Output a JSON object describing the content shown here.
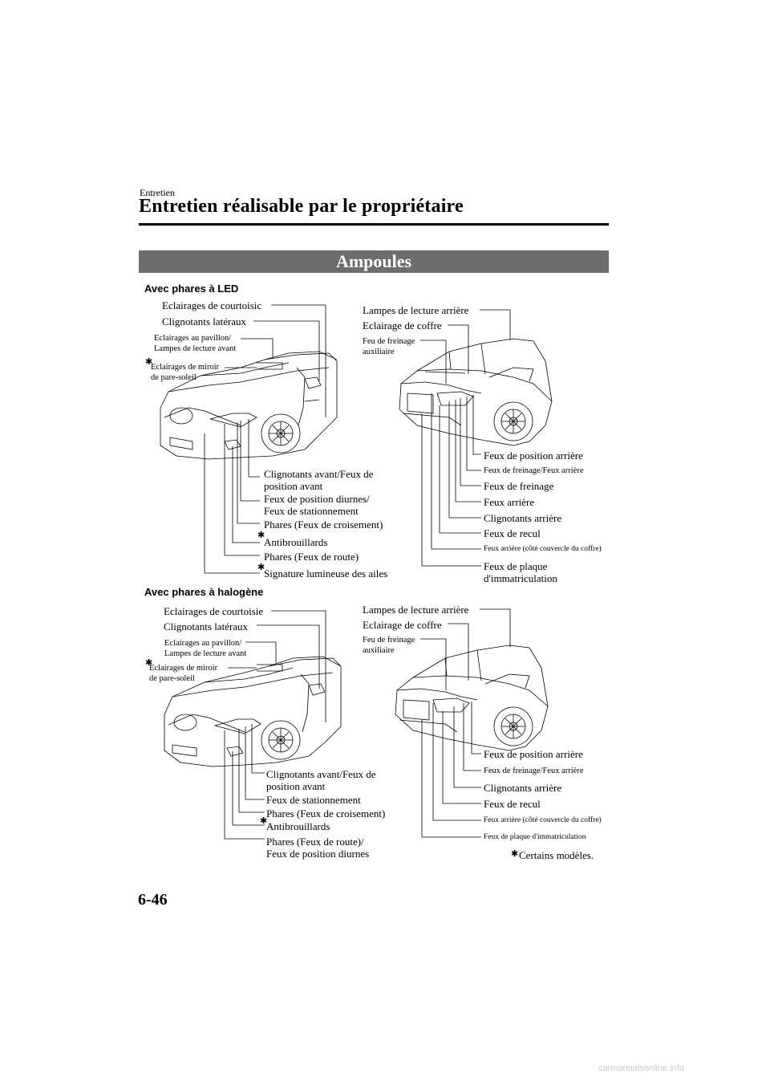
{
  "header": {
    "section": "Entretien",
    "title": "Entretien réalisable par le propriétaire"
  },
  "banner": "Ampoules",
  "led": {
    "heading": "Avec phares à LED",
    "front": {
      "courtoisie": "Eclairages de courtoisic",
      "clignotants_lateraux": "Clignotants latéraux",
      "pavillon": "Eclairages au pavillon/\nLampes de lecture avant",
      "miroir": "Eclairages de miroir\nde pare-soleil",
      "clignotants_avant": "Clignotants avant/Feux de\nposition avant",
      "feux_diurnes": "Feux de position diurnes/\nFeux de stationnement",
      "phares_croisement": "Phares (Feux de croisement)",
      "antibrouillards": "Antibrouillards",
      "phares_route": "Phares (Feux de route)",
      "signature": "Signature lumineuse des ailes"
    },
    "rear": {
      "lecture_arriere": "Lampes de lecture arrière",
      "coffre": "Eclairage de coffre",
      "freinage_aux": "Feu de freinage\nauxiliaire",
      "position_arriere": "Feux de position arrière",
      "freinage_feux_arriere": "Feux de freinage/Feux arrière",
      "freinage": "Feux de freinage",
      "feux_arriere": "Feux arrière",
      "clignotants_arriere": "Clignotants arrière",
      "recul": "Feux de recul",
      "arriere_couvercle": "Feux arrière (côté couvercle du coffre)",
      "plaque": "Feux de plaque\nd'immatriculation"
    }
  },
  "halogen": {
    "heading": "Avec phares à halogène",
    "front": {
      "courtoisie": "Eclairages de courtoisie",
      "clignotants_lateraux": "Clignotants latéraux",
      "pavillon": "Eclairages au pavillon/\nLampes de lecture avant",
      "miroir": "Eclairages de miroir\nde pare-soleil",
      "clignotants_avant": "Clignotants avant/Feux de\nposition avant",
      "stationnement": "Feux de stationnement",
      "phares_croisement": "Phares (Feux de croisement)",
      "antibrouillards": "Antibrouillards",
      "phares_route": "Phares (Feux de route)/\nFeux de position diurnes"
    },
    "rear": {
      "lecture_arriere": "Lampes de lecture arrière",
      "coffre": "Eclairage de coffre",
      "freinage_aux": "Feu de freinage\nauxiliaire",
      "position_arriere": "Feux de position arrière",
      "freinage_feux_arriere": "Feux de freinage/Feux arrière",
      "clignotants_arriere": "Clignotants arrière",
      "recul": "Feux de recul",
      "arriere_couvercle": "Feux arrière (côté couvercle du coffre)",
      "plaque": "Feux de plaque d'immatriculation"
    }
  },
  "footnote": "Certains modèles.",
  "star_symbol": "✱",
  "page_number": "6-46",
  "watermark": "carmanualsonline.info",
  "colors": {
    "banner": "#6d6d6d",
    "rule": "#000000",
    "watermark": "#c9c9c9"
  }
}
